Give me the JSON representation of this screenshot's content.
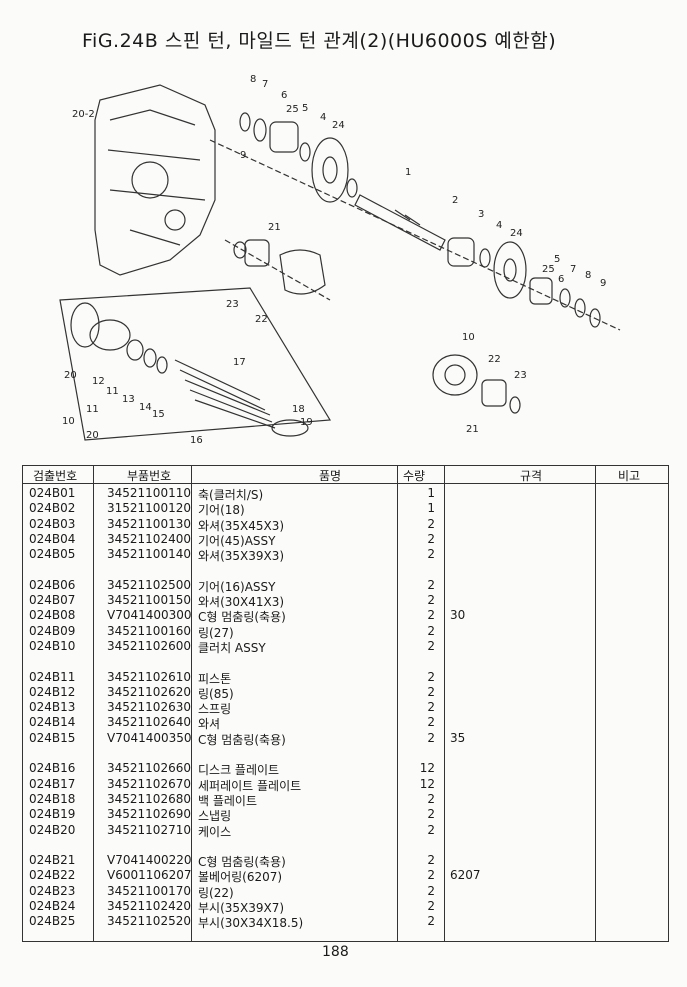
{
  "title": "FiG.24B 스핀 턴, 마일드 턴 관계(2)(HU6000S 예한함)",
  "diagram_labels": [
    "20-2",
    "8",
    "7",
    "6",
    "25",
    "5",
    "4",
    "24",
    "9",
    "1",
    "2",
    "3",
    "4",
    "24",
    "5",
    "25",
    "6",
    "7",
    "8",
    "9",
    "21",
    "23",
    "22",
    "10",
    "22",
    "23",
    "21",
    "20",
    "12",
    "11",
    "13",
    "14",
    "15",
    "17",
    "18",
    "19",
    "16",
    "10",
    "11",
    "20"
  ],
  "table": {
    "headers": {
      "code": "검출번호",
      "part": "부품번호",
      "name": "품명",
      "qty": "수량",
      "spec": "규격",
      "note": "비고"
    },
    "rows": [
      {
        "code": "024B01",
        "part": "34521100110",
        "name": "축(클러치/S)",
        "qty": "1",
        "spec": ""
      },
      {
        "code": "024B02",
        "part": "31521100120",
        "name": "기어(18)",
        "qty": "1",
        "spec": ""
      },
      {
        "code": "024B03",
        "part": "34521100130",
        "name": "와셔(35X45X3)",
        "qty": "2",
        "spec": ""
      },
      {
        "code": "024B04",
        "part": "34521102400",
        "name": "기어(45)ASSY",
        "qty": "2",
        "spec": ""
      },
      {
        "code": "024B05",
        "part": "34521100140",
        "name": "와셔(35X39X3)",
        "qty": "2",
        "spec": ""
      },
      {
        "code": "024B06",
        "part": "34521102500",
        "name": "기어(16)ASSY",
        "qty": "2",
        "spec": ""
      },
      {
        "code": "024B07",
        "part": "34521100150",
        "name": "와셔(30X41X3)",
        "qty": "2",
        "spec": ""
      },
      {
        "code": "024B08",
        "part": "V7041400300",
        "name": "C형 멈춤링(축용)",
        "qty": "2",
        "spec": "30"
      },
      {
        "code": "024B09",
        "part": "34521100160",
        "name": "링(27)",
        "qty": "2",
        "spec": ""
      },
      {
        "code": "024B10",
        "part": "34521102600",
        "name": "클러치 ASSY",
        "qty": "2",
        "spec": ""
      },
      {
        "code": "024B11",
        "part": "34521102610",
        "name": "피스톤",
        "qty": "2",
        "spec": ""
      },
      {
        "code": "024B12",
        "part": "34521102620",
        "name": "링(85)",
        "qty": "2",
        "spec": ""
      },
      {
        "code": "024B13",
        "part": "34521102630",
        "name": "스프링",
        "qty": "2",
        "spec": ""
      },
      {
        "code": "024B14",
        "part": "34521102640",
        "name": "와셔",
        "qty": "2",
        "spec": ""
      },
      {
        "code": "024B15",
        "part": "V7041400350",
        "name": "C형 멈춤링(축용)",
        "qty": "2",
        "spec": "35"
      },
      {
        "code": "024B16",
        "part": "34521102660",
        "name": "디스크 플레이트",
        "qty": "12",
        "spec": ""
      },
      {
        "code": "024B17",
        "part": "34521102670",
        "name": "세퍼레이트 플레이트",
        "qty": "12",
        "spec": ""
      },
      {
        "code": "024B18",
        "part": "34521102680",
        "name": "백 플레이트",
        "qty": "2",
        "spec": ""
      },
      {
        "code": "024B19",
        "part": "34521102690",
        "name": "스냅링",
        "qty": "2",
        "spec": ""
      },
      {
        "code": "024B20",
        "part": "34521102710",
        "name": "케이스",
        "qty": "2",
        "spec": ""
      },
      {
        "code": "024B21",
        "part": "V7041400220",
        "name": "C형 멈춤링(축용)",
        "qty": "2",
        "spec": ""
      },
      {
        "code": "024B22",
        "part": "V6001106207",
        "name": "볼베어링(6207)",
        "qty": "2",
        "spec": "6207"
      },
      {
        "code": "024B23",
        "part": "34521100170",
        "name": "링(22)",
        "qty": "2",
        "spec": ""
      },
      {
        "code": "024B24",
        "part": "34521102420",
        "name": "부시(35X39X7)",
        "qty": "2",
        "spec": ""
      },
      {
        "code": "024B25",
        "part": "34521102520",
        "name": "부시(30X34X18.5)",
        "qty": "2",
        "spec": ""
      }
    ]
  },
  "page_number": "188"
}
